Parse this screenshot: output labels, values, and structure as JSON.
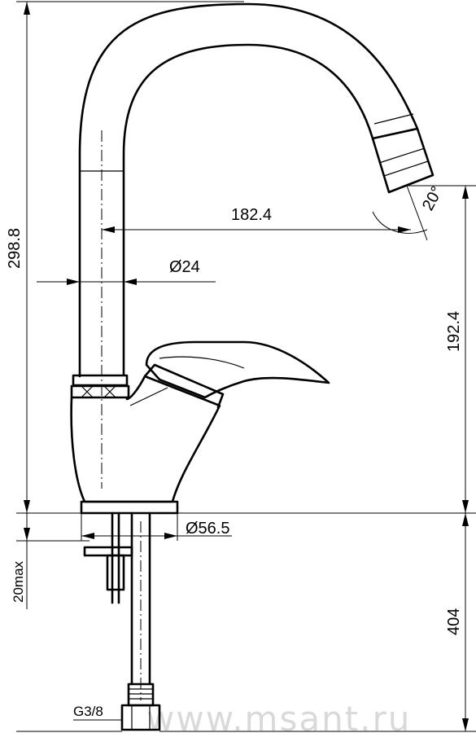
{
  "dimensions": {
    "total_height": "298.8",
    "reach": "182.4",
    "spout_diameter": "Ø24",
    "angle": "20°",
    "spout_height": "192.4",
    "base_diameter": "Ø56.5",
    "max_countertop": "20max",
    "hose_length": "404",
    "thread": "G3/8"
  },
  "watermark": "www.msant.ru",
  "colors": {
    "line": "#000000",
    "background": "#ffffff",
    "watermark": "#d9d9d9"
  }
}
